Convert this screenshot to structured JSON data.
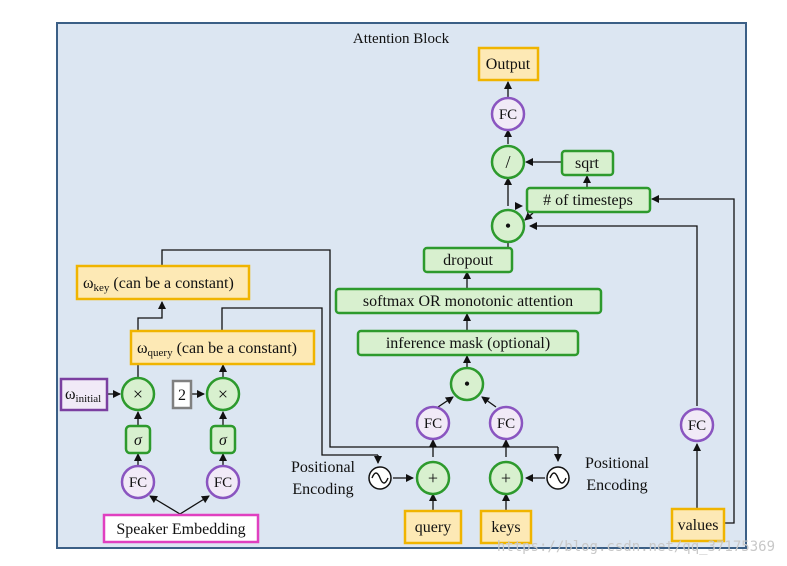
{
  "title": "Attention Block",
  "nodes": {
    "output": "Output",
    "fc_out": "FC",
    "div": "/",
    "sqrt": "sqrt",
    "timesteps": "# of timesteps",
    "dot_top": "•",
    "dropout": "dropout",
    "softmax": "softmax OR monotonic attention",
    "mask": "inference mask (optional)",
    "dot_mid": "•",
    "fc_q": "FC",
    "fc_k": "FC",
    "fc_v": "FC",
    "plus_q": "+",
    "plus_k": "+",
    "query": "query",
    "keys": "keys",
    "values": "values",
    "pe_left_1": "Positional",
    "pe_left_2": "Encoding",
    "pe_right_1": "Positional",
    "pe_right_2": "Encoding",
    "w_key_sym": "ω",
    "w_key_sub": "key",
    "w_key_rest": " (can be a constant)",
    "w_query_sym": "ω",
    "w_query_sub": "query",
    "w_query_rest": " (can be a constant)",
    "w_init_sym": "ω",
    "w_init_sub": "initial",
    "times_left": "×",
    "times_right": "×",
    "two": "2",
    "sigma_left": "σ",
    "sigma_right": "σ",
    "fc_sl": "FC",
    "fc_sr": "FC",
    "speaker": "Speaker Embedding"
  },
  "watermark": "https://blog.csdn.net/qq_37175369",
  "colors": {
    "block_fill": "#dce6f2",
    "block_border": "#3b5f86",
    "yellow_border": "#f0b400",
    "green_border": "#2d9a2d",
    "purple_border": "#8a55c0",
    "magenta_border": "#e040c0"
  },
  "icons": {
    "positional_encoding": "sine-wave-icon"
  }
}
